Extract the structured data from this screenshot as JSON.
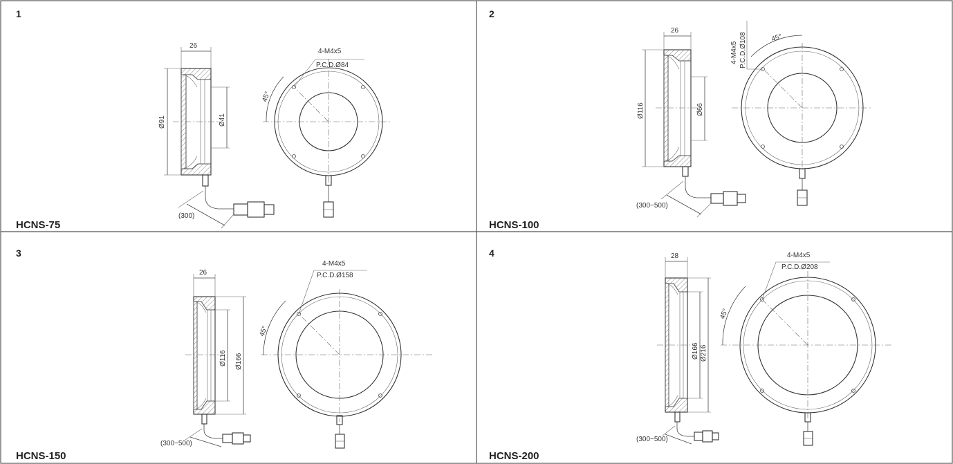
{
  "panels": [
    {
      "number": "1",
      "model": "HCNS-75",
      "width_label": "26",
      "od_label": "Ø91",
      "id_label": "Ø41",
      "cable_label": "(300)",
      "angle_label": "45°",
      "hole_label": "4-M4x5",
      "pcd_label": "P.C.D.Ø84"
    },
    {
      "number": "2",
      "model": "HCNS-100",
      "width_label": "26",
      "od_label": "Ø116",
      "id_label": "Ø66",
      "cable_label": "(300~500)",
      "angle_label": "45°",
      "hole_label": "4-M4x5",
      "pcd_label": "P.C.D.Ø108"
    },
    {
      "number": "3",
      "model": "HCNS-150",
      "width_label": "26",
      "od_label": "Ø166",
      "id_label": "Ø116",
      "cable_label": "(300~500)",
      "angle_label": "45°",
      "hole_label": "4-M4x5",
      "pcd_label": "P.C.D.Ø158"
    },
    {
      "number": "4",
      "model": "HCNS-200",
      "width_label": "28",
      "od_label": "Ø216",
      "id_label": "Ø166",
      "cable_label": "(300~500)",
      "angle_label": "45°",
      "hole_label": "4-M4x5",
      "pcd_label": "P.C.D.Ø208"
    }
  ]
}
